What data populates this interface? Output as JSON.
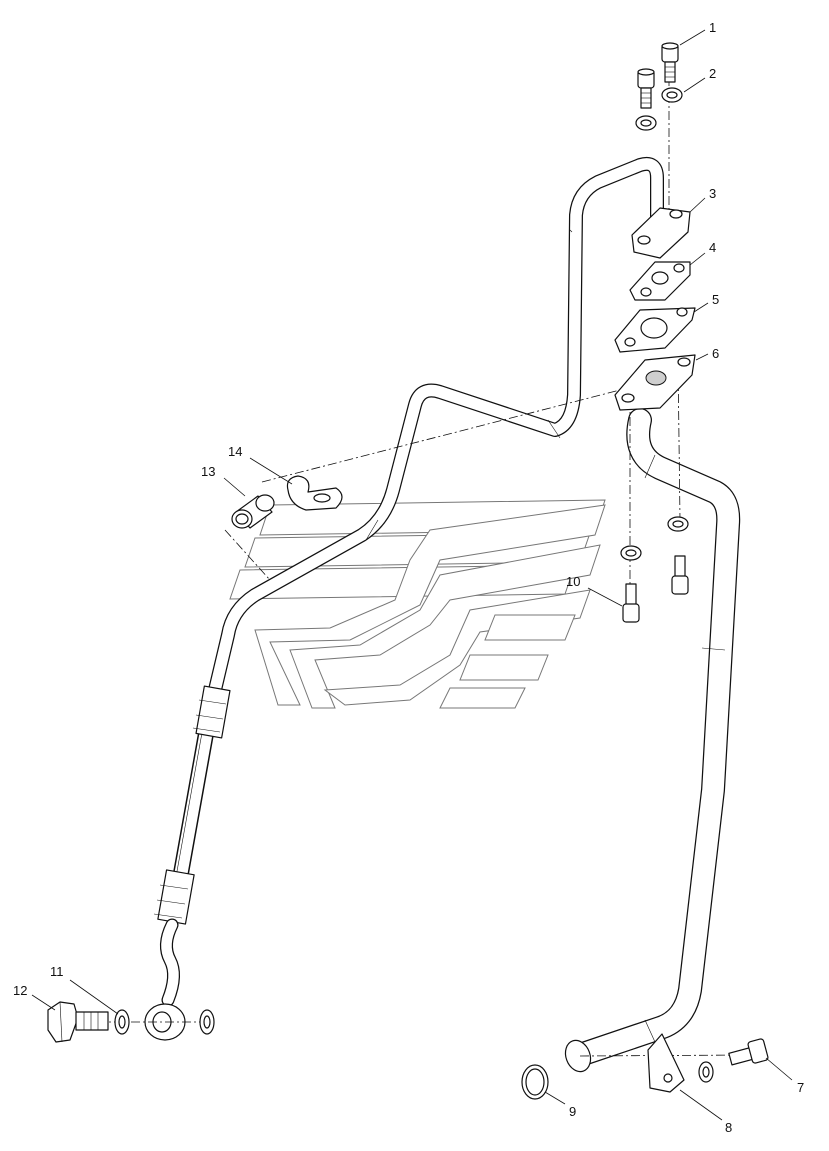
{
  "diagram": {
    "parts": [
      {
        "number": "1",
        "icon": "cap-screw-icon"
      },
      {
        "number": "2",
        "icon": "washer-icon"
      },
      {
        "number": "3",
        "icon": "tube-flange-icon"
      },
      {
        "number": "4",
        "icon": "gasket-icon"
      },
      {
        "number": "5",
        "icon": "gasket-icon"
      },
      {
        "number": "6",
        "icon": "tube-flange-icon"
      },
      {
        "number": "7",
        "icon": "cap-screw-icon"
      },
      {
        "number": "8",
        "icon": "bracket-icon"
      },
      {
        "number": "9",
        "icon": "o-ring-icon"
      },
      {
        "number": "10",
        "icon": "cap-screw-icon"
      },
      {
        "number": "11",
        "icon": "washer-icon"
      },
      {
        "number": "12",
        "icon": "banjo-bolt-icon"
      },
      {
        "number": "13",
        "icon": "sleeve-icon"
      },
      {
        "number": "14",
        "icon": "clamp-icon"
      }
    ],
    "colors": {
      "line": "#111111",
      "background": "#ffffff",
      "watermark": "#777777"
    }
  }
}
